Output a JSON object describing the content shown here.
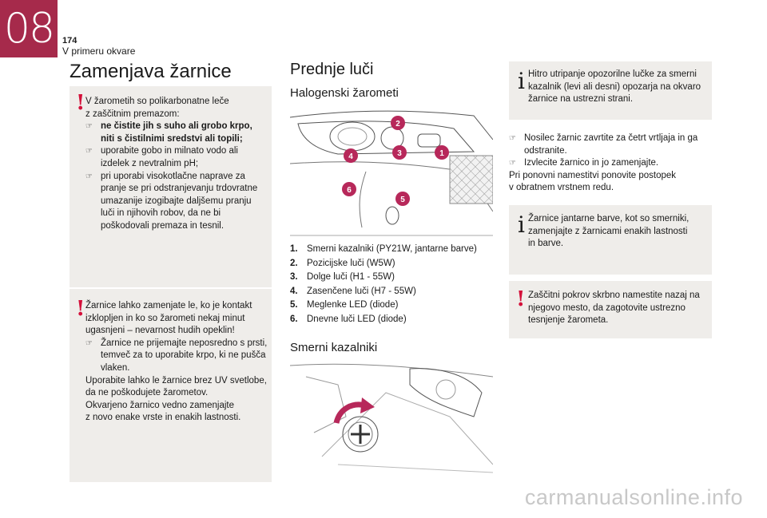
{
  "header": {
    "chapter_number": "08",
    "page_number": "174",
    "chapter_title": "V primeru okvare"
  },
  "left": {
    "title": "Zamenjava žarnice",
    "warning1": {
      "intro": "V žarometih so polikarbonatne leče\nz zaščitnim premazom:",
      "bullets": [
        {
          "text": "ne čistite jih s suho ali grobo krpo, niti s čistilnimi sredstvi ali topili;",
          "bold": true
        },
        {
          "text": "uporabite gobo in milnato vodo ali izdelek z nevtralnim pH;",
          "bold": false
        },
        {
          "text": "pri uporabi visokotlačne naprave za pranje se pri odstranjevanju trdovratne umazanije izogibajte daljšemu pranju luči in njihovih robov, da ne bi poškodovali premaza in tesnil.",
          "bold": false
        }
      ]
    },
    "warning2": {
      "intro": "Žarnice lahko zamenjate le, ko je kontakt izklopljen in ko so žarometi nekaj minut ugasnjeni – nevarnost hudih opeklin!",
      "bullet": "Žarnice ne prijemajte neposredno s prsti, temveč za to uporabite krpo, ki ne pušča vlaken.",
      "outro": "Uporabite lahko le žarnice brez UV svetlobe, da ne poškodujete žarometov.\nOkvarjeno žarnico vedno zamenjajte\nz novo enake vrste in enakih lastnosti."
    }
  },
  "middle": {
    "title": "Prednje luči",
    "subtitle": "Halogenski žarometi",
    "callouts": [
      "1",
      "2",
      "3",
      "4",
      "5",
      "6"
    ],
    "legend": [
      {
        "num": "1.",
        "text": "Smerni kazalniki (PY21W, jantarne barve)"
      },
      {
        "num": "2.",
        "text": "Pozicijske luči (W5W)"
      },
      {
        "num": "3.",
        "text": "Dolge luči (H1 - 55W)"
      },
      {
        "num": "4.",
        "text": "Zasenčene luči (H7 - 55W)"
      },
      {
        "num": "5.",
        "text": "Meglenke LED (diode)"
      },
      {
        "num": "6.",
        "text": "Dnevne luči LED (diode)"
      }
    ],
    "subtitle2": "Smerni kazalniki"
  },
  "right": {
    "info1": "Hitro utripanje opozorilne lučke za smerni kazalnik (levi ali desni) opozarja na okvaro žarnice na ustrezni strani.",
    "steps": [
      "Nosilec žarnic zavrtite za četrt vrtljaja in ga odstranite.",
      "Izvlecite žarnico in jo zamenjajte."
    ],
    "steps_outro": "Pri ponovni namestitvi ponovite postopek\nv obratnem vrstnem redu.",
    "info2": "Žarnice jantarne barve, kot so smerniki, zamenjajte z žarnicami enakih lastnosti\nin barve.",
    "warning": "Zaščitni pokrov skrbno namestite nazaj na njegovo mesto, da zagotovite ustrezno tesnjenje žarometa."
  },
  "icons": {
    "bullet": "pointing-hand-icon",
    "warning": "exclamation-icon",
    "info": "info-icon"
  },
  "colors": {
    "accent": "#a62a4b",
    "callout": "#b7285a",
    "warning": "#d4103a",
    "box_bg": "#efedea"
  },
  "watermark": "carmanualsonline.info"
}
